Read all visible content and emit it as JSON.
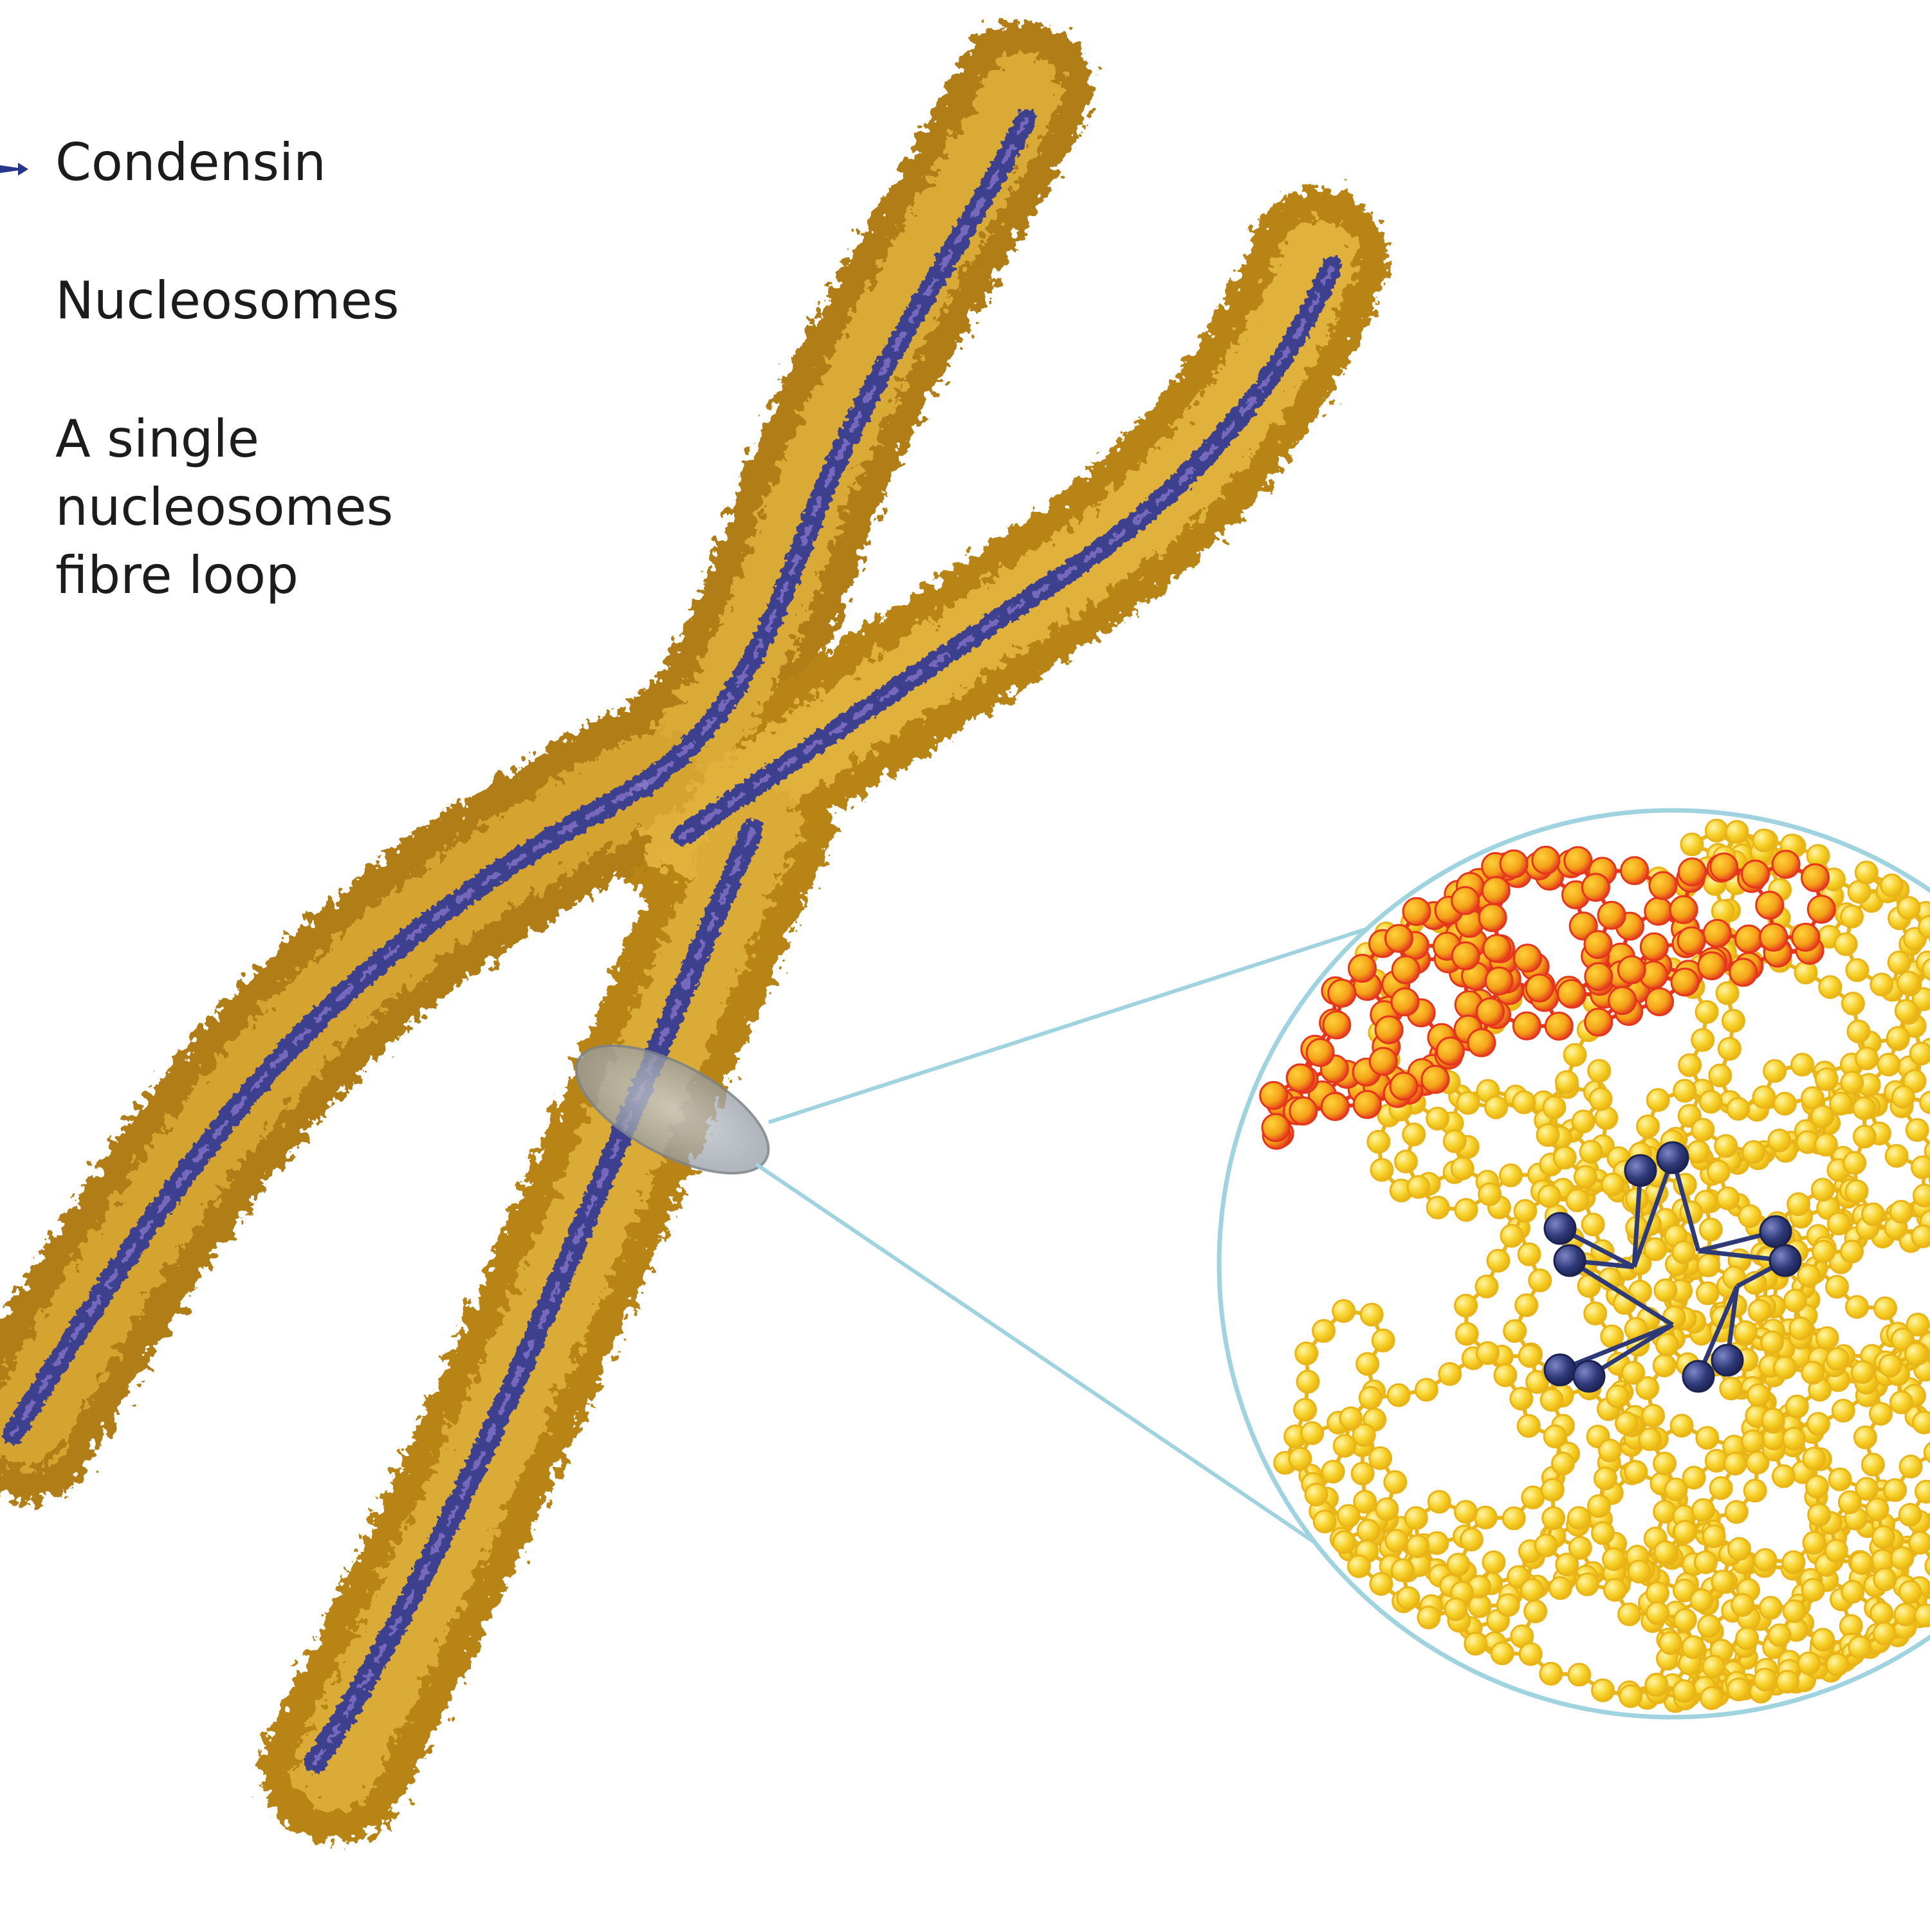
{
  "legend": {
    "condensin": "Condensin",
    "nucleosomes": "Nucleosomes",
    "loop_line1": "A single",
    "loop_line2": "nucleosomes",
    "loop_line3": "fibre loop"
  },
  "colors": {
    "chromatid_gold": "#c8961f",
    "chromatid_dark": "#8a5c0e",
    "condensin_blue": "#3e3f8e",
    "nucleosome_yellow": "#f7d22a",
    "loop_red": "#e5351d",
    "condensin_node": "#2e3978",
    "lens_outline": "#9fd3df",
    "text": "#1c1c1c"
  },
  "icons": [
    "condensin-arrow-icon",
    "magnifier-lens-icon",
    "cross-section-disc-icon"
  ]
}
